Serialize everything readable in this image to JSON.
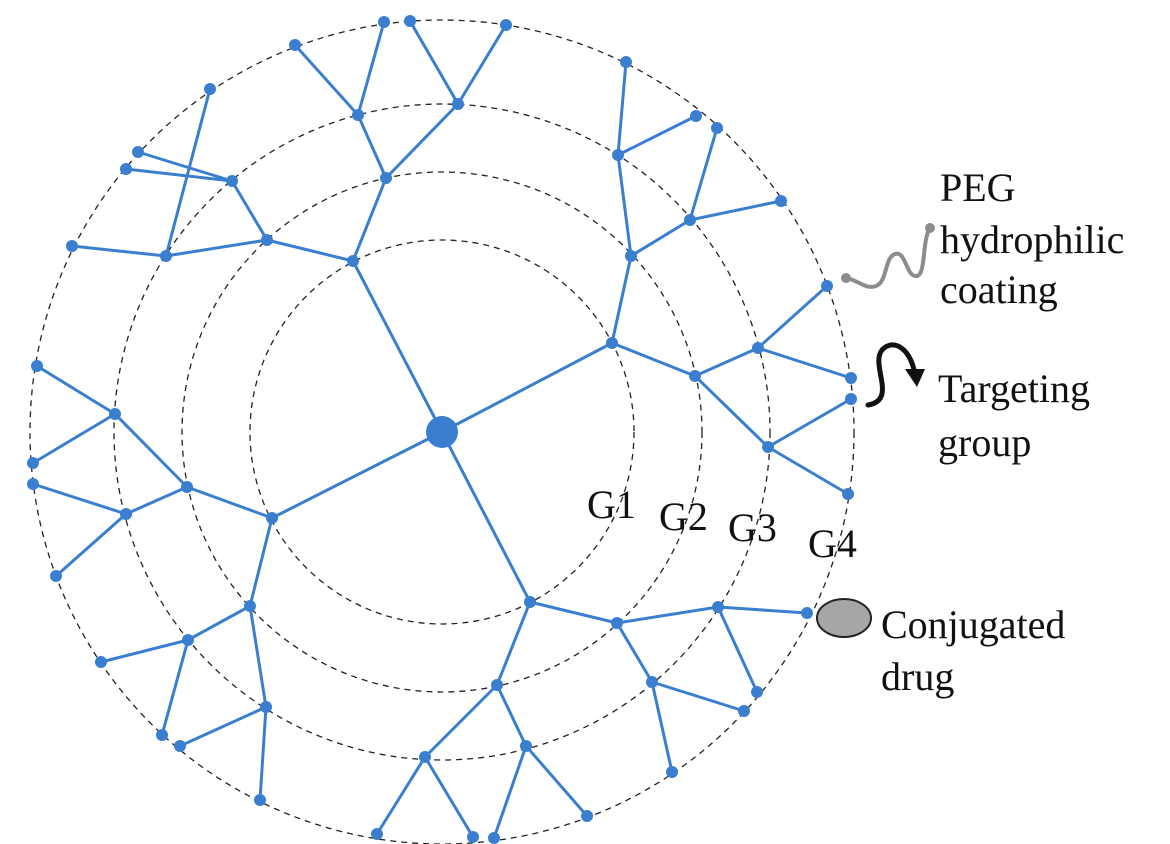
{
  "labels": {
    "generations": [
      "G1",
      "G2",
      "G3",
      "G4"
    ],
    "peg_line1": "PEG",
    "peg_line2": "hydrophilic",
    "peg_line3": "coating",
    "targeting_line1": "Targeting",
    "targeting_line2": "group",
    "drug_line1": "Conjugated",
    "drug_line2": "drug"
  },
  "colors": {
    "branch": "#3a7fcf",
    "ring": "#222222",
    "peg": "#8c8c8c",
    "targeting_arrow": "#111111",
    "drug": "#a6a6a6"
  },
  "icons": {
    "peg": "wavy-chain",
    "targeting": "curved-arrow",
    "drug": "grey-ellipse"
  }
}
